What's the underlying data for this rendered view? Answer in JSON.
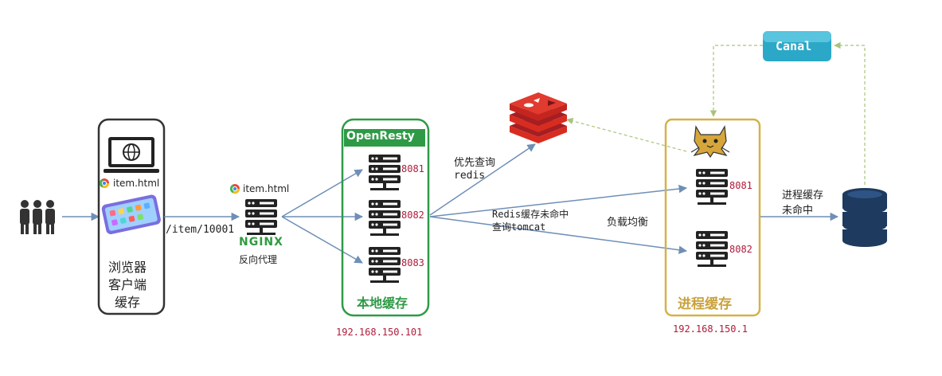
{
  "users": {
    "icon": "users-icon"
  },
  "browser": {
    "file_label": "item.html",
    "caption_lines": [
      "浏览器",
      "客户端",
      "缓存"
    ]
  },
  "request_path": "/item/10001",
  "nginx": {
    "file_label": "item.html",
    "logo_text": "NGINX",
    "caption": "反向代理"
  },
  "openresty": {
    "title": "OpenResty",
    "ports": [
      "8081",
      "8082",
      "8083"
    ],
    "caption": "本地缓存",
    "ip": "192.168.150.101"
  },
  "redis": {
    "icon": "redis-icon"
  },
  "edge_labels": {
    "redis_first_line1": "优先查询",
    "redis_first_line2": "redis",
    "redis_miss_line1": "Redis缓存未命中",
    "redis_miss_line2": "查询tomcat",
    "load_balance": "负载均衡",
    "process_miss_line1": "进程缓存",
    "process_miss_line2": "未命中"
  },
  "tomcat": {
    "ports": [
      "8081",
      "8082"
    ],
    "caption": "进程缓存",
    "ip": "192.168.150.1"
  },
  "canal": {
    "label": "Canal"
  },
  "database": {
    "icon": "database-icon"
  },
  "colors": {
    "browser_border": "#333333",
    "openresty_border": "#2e9a46",
    "tomcat_border": "#d4b24a",
    "arrow": "#6f8fb6",
    "dashed": "#a8c47a",
    "port": "#b01b3a",
    "canal": "#2ba8c8"
  }
}
